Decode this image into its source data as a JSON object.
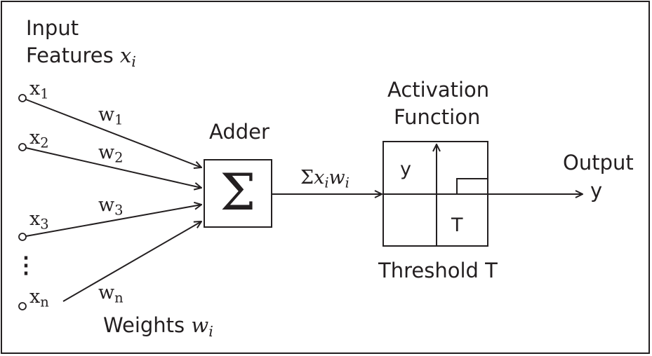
{
  "input_title": {
    "line1": "Input",
    "line2_text": "Features ",
    "line2_var": "x",
    "line2_sub": "i"
  },
  "inputs": [
    {
      "var": "x",
      "sub": "1"
    },
    {
      "var": "x",
      "sub": "2"
    },
    {
      "var": "x",
      "sub": "3"
    },
    {
      "var": "x",
      "sub": "n"
    }
  ],
  "weights": [
    {
      "var": "w",
      "sub": "1"
    },
    {
      "var": "w",
      "sub": "2"
    },
    {
      "var": "w",
      "sub": "3"
    },
    {
      "var": "w",
      "sub": "n"
    }
  ],
  "ellipsis": "⋮",
  "weights_caption": {
    "text": "Weights ",
    "var": "w",
    "sub": "i"
  },
  "adder": {
    "label": "Adder",
    "symbol": "Σ"
  },
  "sum_label": {
    "prefix": "Σ",
    "var1": "x",
    "sub1": "i",
    "var2": "w",
    "sub2": "i"
  },
  "activation": {
    "title_line1": "Activation",
    "title_line2": "Function",
    "y_axis_label": "y",
    "threshold_marker": "T",
    "caption": "Threshold T"
  },
  "output": {
    "label": "Output",
    "symbol": "y"
  },
  "colors": {
    "ink": "#231f20",
    "background": "#ffffff"
  }
}
